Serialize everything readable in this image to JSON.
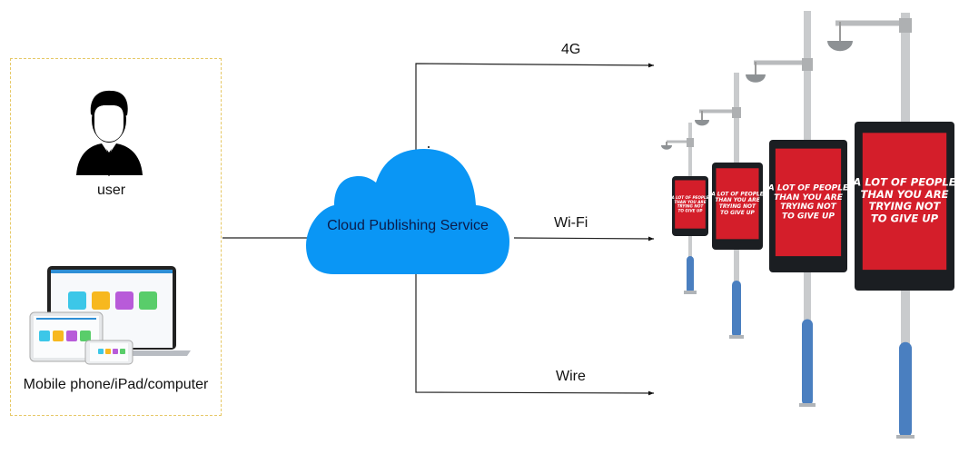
{
  "diagram": {
    "client": {
      "user_label": "user",
      "user_icon": "user-businessman-icon",
      "devices_label": "Mobile phone/iPad/computer",
      "devices_icon": "multi-device-icon"
    },
    "cloud": {
      "label": "Cloud Publishing Service",
      "icon": "cloud-icon",
      "color": "#0a96f5"
    },
    "connections": [
      {
        "label": "4G"
      },
      {
        "label": "Wi-Fi"
      },
      {
        "label": "Wire"
      }
    ],
    "displays": {
      "icon": "smart-pole-led-display-icon",
      "screen_color": "#d41e2a",
      "pole_base_color": "#4a7fc0",
      "screen_text_lines": [
        "A LOT OF PEOPLE",
        "THAN YOU ARE",
        "TRYING NOT",
        "TO GIVE UP"
      ]
    }
  }
}
